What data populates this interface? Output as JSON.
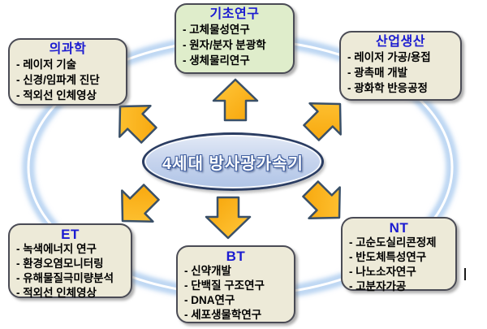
{
  "diagram": {
    "center_label": "4세대 방사광가속기",
    "nodes": {
      "medical": {
        "title": "의과학",
        "items": [
          "- 레이저 기술",
          "- 신경/임파계 진단",
          "- 적외선 인체영상"
        ]
      },
      "basic": {
        "title": "기초연구",
        "items": [
          "- 고체물성연구",
          "- 원자/분자 분광학",
          "- 생체물리연구"
        ]
      },
      "industry": {
        "title": "산업생산",
        "items": [
          "- 레이저 가공/용접",
          "- 광촉매 개발",
          "- 광화학 반응공정"
        ]
      },
      "et": {
        "title": "ET",
        "items": [
          "- 녹색에너지 연구",
          "- 환경오염모니터링",
          "- 유해물질극미량분석",
          "- 적외선 인체영상"
        ]
      },
      "bt": {
        "title": "BT",
        "items": [
          "- 신약개발",
          "- 단백질 구조연구",
          "- DNA연구",
          "- 세포생물학연구"
        ]
      },
      "nt": {
        "title": "NT",
        "items": [
          "- 고순도실리콘정제",
          "- 반도체특성연구",
          "- 나노소자연구",
          "- 고분자가공"
        ]
      }
    },
    "colors": {
      "arrow_fill_light": "#FFC83C",
      "arrow_fill_dark": "#F7A408",
      "arrow_border": "#3A5068",
      "box_fill": "#EDEAD8",
      "box_fill_green": "#DFEDCB",
      "box_border": "#4A4B55",
      "title_blue": "#1B1BD1",
      "ring_blue": "#A6C8EE",
      "center_border": "#2B3D62"
    }
  }
}
